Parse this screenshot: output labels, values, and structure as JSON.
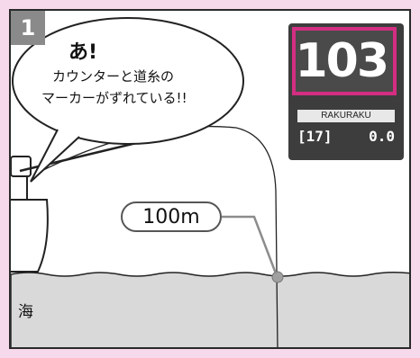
{
  "panel": {
    "number": "1"
  },
  "bubble": {
    "exclamation": "あ!",
    "line1": "カウンターと道糸の",
    "line2": "マーカーがずれている!!"
  },
  "counter": {
    "main_value": "103",
    "brand": "RAKURAKU",
    "left_value": "[17]",
    "right_value": "0.0",
    "accent_color": "#d42e82"
  },
  "marker": {
    "depth_label": "100m"
  },
  "sea": {
    "label": "海",
    "color": "#d9d9d9"
  }
}
